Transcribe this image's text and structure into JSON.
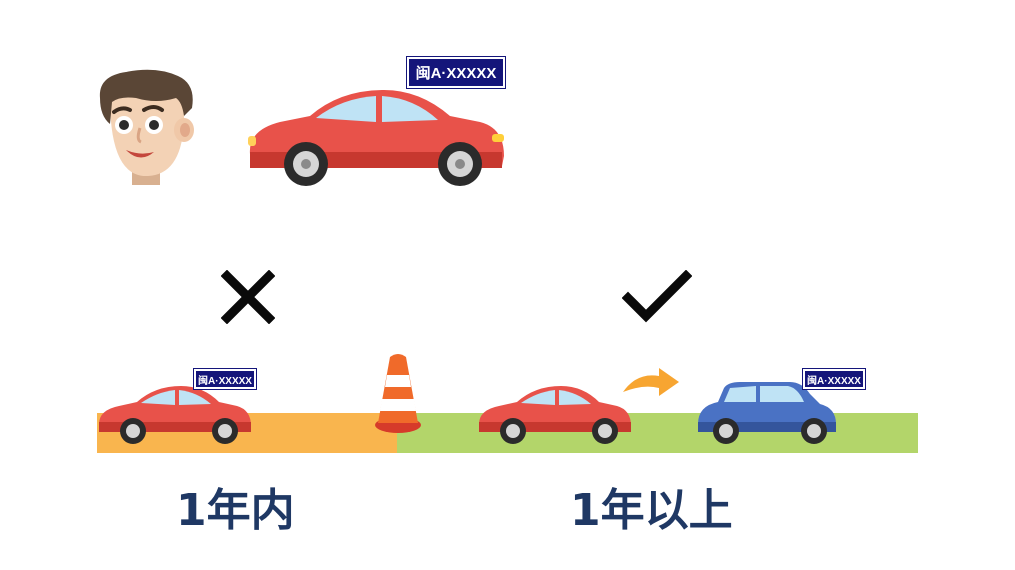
{
  "plates": {
    "top": "闽A·XXXXX",
    "left": "闽A·XXXXX",
    "right": "闽A·XXXXX"
  },
  "marks": {
    "left": "cross-icon",
    "right": "check-icon"
  },
  "labels": {
    "left": "1年内",
    "right": "1年以上"
  },
  "colors": {
    "road_orange": "#f9b54e",
    "road_green": "#b3d56a",
    "plate_blue": "#14157a",
    "label_text": "#1f3864",
    "red_car": "#e8524a",
    "blue_car": "#4a72c4"
  }
}
